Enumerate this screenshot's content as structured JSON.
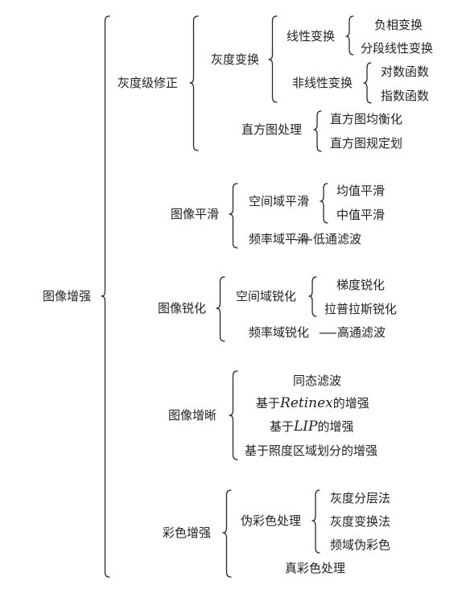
{
  "root": "图像增强",
  "gray": {
    "label": "灰度级修正",
    "transform": {
      "label": "灰度变换",
      "linear": {
        "label": "线性变换",
        "items": [
          "负相变换",
          "分段线性变换"
        ]
      },
      "nonlinear": {
        "label": "非线性变换",
        "items": [
          "对数函数",
          "指数函数"
        ]
      }
    },
    "histogram": {
      "label": "直方图处理",
      "items": [
        "直方图均衡化",
        "直方图规定划"
      ]
    }
  },
  "smooth": {
    "label": "图像平滑",
    "spatial": {
      "label": "空间域平滑",
      "items": [
        "均值平滑",
        "中值平滑"
      ]
    },
    "freq": {
      "label": "频率域平滑",
      "result": "低通滤波"
    }
  },
  "sharpen": {
    "label": "图像锐化",
    "spatial": {
      "label": "空间域锐化",
      "items": [
        "梯度锐化",
        "拉普拉斯锐化"
      ]
    },
    "freq": {
      "label": "频率域锐化",
      "result": "高通滤波"
    }
  },
  "clarity": {
    "label": "图像增晰",
    "items": [
      "同态滤波",
      "基于",
      "Retinex",
      "的增强",
      "基于",
      "LIP",
      "的增强",
      "基于照度区域划分的增强"
    ]
  },
  "color": {
    "label": "彩色增强",
    "pseudo": {
      "label": "伪彩色处理",
      "items": [
        "灰度分层法",
        "灰度变换法",
        "频域伪彩色"
      ]
    },
    "true_color": "真彩色处理"
  }
}
